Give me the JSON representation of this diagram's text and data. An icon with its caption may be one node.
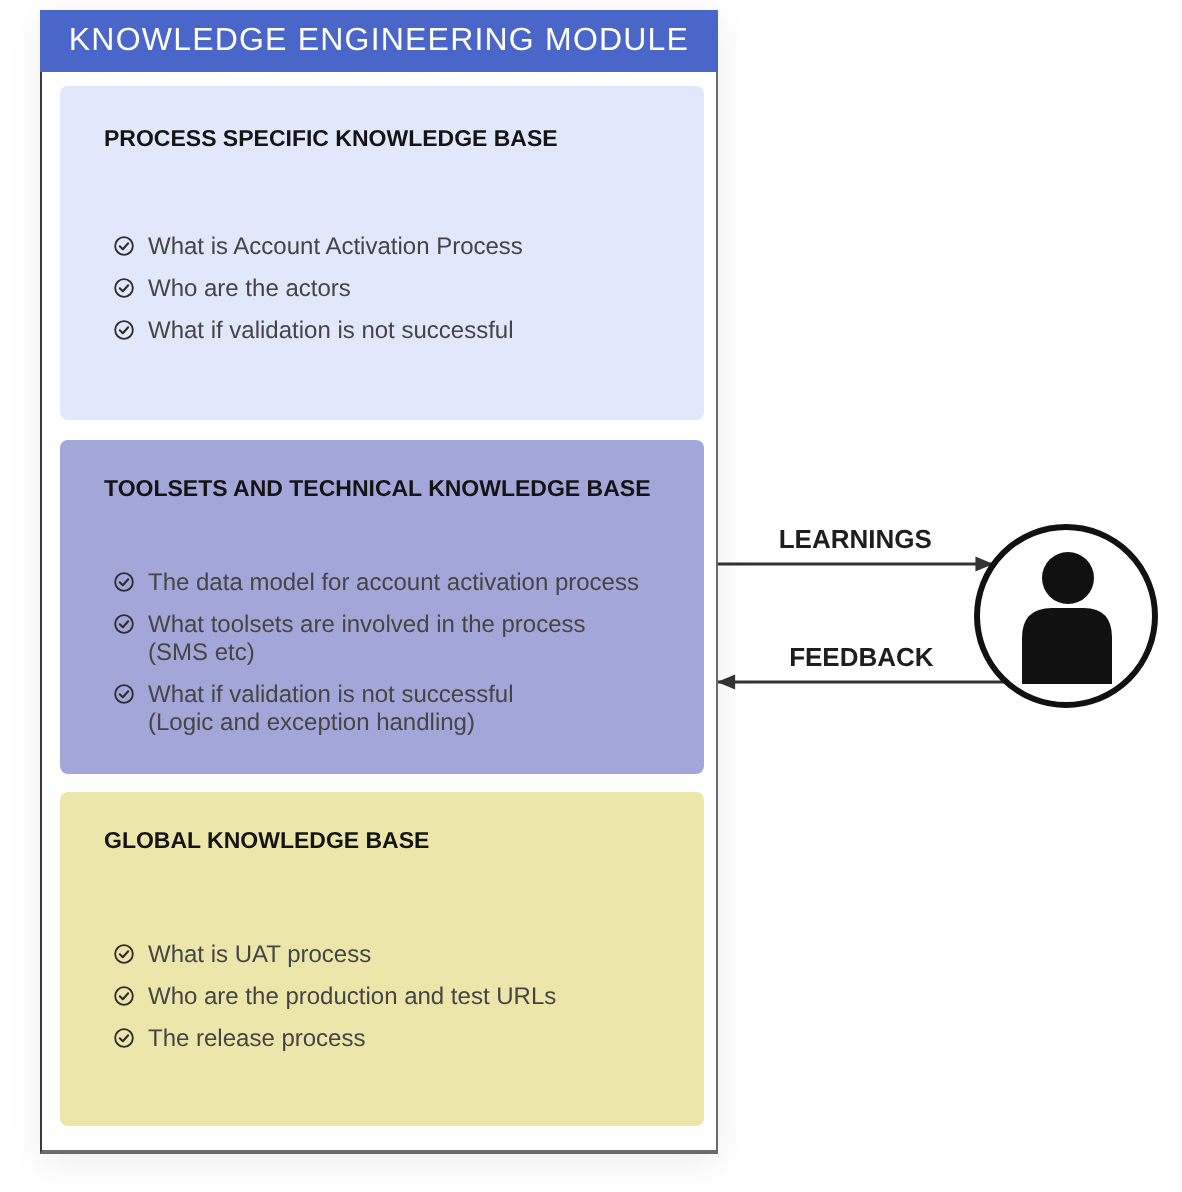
{
  "diagram": {
    "nodes": [
      {
        "text": [
          "KNOWLEDGE ENGINEERING MODULE"
        ]
      },
      {
        "text": [
          "PROCESS SPECIFIC KNOWLEDGE BASE",
          "What is Account Activation Process",
          "Who are the actors",
          "What if validation is not successful"
        ],
        "in": 0
      },
      {
        "text": [
          "TOOLSETS AND TECHNICAL KNOWLEDGE BASE",
          "The data model for account activation process",
          "What toolsets are involved in the process (SMS etc)",
          "What if validation is not successful (Logic and exception handling)"
        ],
        "in": 0
      },
      {
        "text": [
          "GLOBAL KNOWLEDGE BASE",
          "What is UAT process",
          "Who are the production and test URLs",
          "The release process"
        ],
        "in": 0
      },
      {
        "text": [],
        "shape": "person"
      }
    ],
    "edges": [
      {
        "from": 0,
        "to": 4,
        "label": "LEARNINGS",
        "arrow": "to"
      },
      {
        "from": 4,
        "to": 0,
        "label": "FEEDBACK",
        "arrow": "to"
      }
    ]
  }
}
